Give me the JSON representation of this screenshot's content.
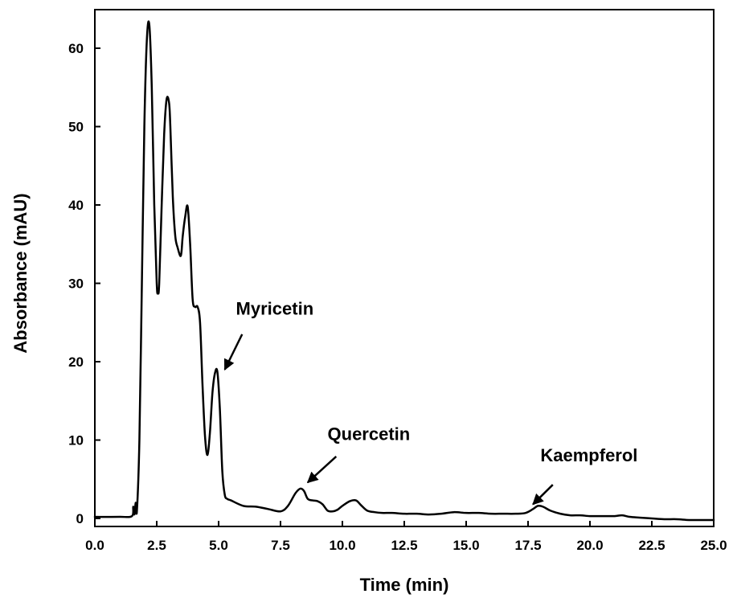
{
  "chart_data": {
    "type": "line",
    "title": "",
    "xlabel": "Time (min)",
    "ylabel": "Absorbance (mAU)",
    "xlim": [
      0,
      25
    ],
    "ylim": [
      -1,
      64
    ],
    "xticks": [
      0,
      2.5,
      5,
      7.5,
      10,
      12.5,
      15,
      17.5,
      20,
      22.5,
      25
    ],
    "xtick_labels": [
      "0.0",
      "2.5",
      "5.0",
      "7.5",
      "10.0",
      "12.5",
      "15.0",
      "17.5",
      "20.0",
      "22.5",
      "25.0"
    ],
    "yticks": [
      0,
      10,
      20,
      30,
      40,
      50,
      60
    ],
    "ytick_labels": [
      "0",
      "10",
      "20",
      "30",
      "40",
      "50",
      "60"
    ],
    "grid": false,
    "legend": "none",
    "line_color": "#000000",
    "series": [
      {
        "x": [
          0.0,
          1.0,
          1.5,
          1.55,
          1.6,
          1.65,
          1.7,
          1.8,
          1.9,
          2.0,
          2.1,
          2.2,
          2.3,
          2.4,
          2.5,
          2.55,
          2.6,
          2.7,
          2.8,
          2.9,
          3.0,
          3.05,
          3.15,
          3.25,
          3.35,
          3.45,
          3.5,
          3.55,
          3.65,
          3.75,
          3.85,
          3.95,
          4.05,
          4.15,
          4.25,
          4.35,
          4.45,
          4.55,
          4.65,
          4.75,
          4.85,
          4.95,
          5.05,
          5.15,
          5.25,
          5.35,
          5.5,
          6.0,
          6.5,
          7.0,
          7.5,
          7.8,
          8.1,
          8.3,
          8.45,
          8.6,
          8.8,
          9.0,
          9.2,
          9.4,
          9.6,
          9.8,
          10.0,
          10.3,
          10.55,
          10.75,
          11.0,
          11.3,
          11.6,
          12.0,
          12.5,
          13.0,
          13.5,
          14.0,
          14.5,
          15.0,
          15.5,
          16.0,
          16.5,
          17.0,
          17.4,
          17.7,
          17.9,
          18.1,
          18.4,
          18.8,
          19.2,
          19.6,
          20.0,
          20.5,
          21.0,
          21.3,
          21.6,
          22.0,
          22.5,
          23.0,
          23.5,
          24.0,
          24.5,
          25.0
        ],
        "y": [
          0.2,
          0.2,
          0.3,
          1.5,
          0.5,
          2.0,
          1.0,
          10.0,
          30.0,
          50.0,
          61.0,
          63.0,
          55.0,
          40.0,
          30.0,
          28.8,
          30.0,
          40.0,
          49.0,
          53.5,
          53.0,
          50.0,
          41.0,
          36.0,
          34.5,
          33.5,
          34.0,
          36.0,
          38.5,
          39.8,
          35.0,
          28.0,
          27.0,
          27.0,
          25.0,
          17.0,
          10.5,
          8.1,
          11.0,
          16.0,
          18.5,
          18.7,
          14.0,
          6.0,
          3.0,
          2.5,
          2.3,
          1.6,
          1.5,
          1.2,
          0.9,
          1.6,
          3.2,
          3.8,
          3.5,
          2.5,
          2.3,
          2.2,
          1.8,
          1.0,
          0.9,
          1.1,
          1.6,
          2.2,
          2.3,
          1.7,
          1.0,
          0.8,
          0.7,
          0.7,
          0.6,
          0.6,
          0.5,
          0.6,
          0.8,
          0.7,
          0.7,
          0.6,
          0.6,
          0.6,
          0.7,
          1.2,
          1.6,
          1.5,
          1.0,
          0.6,
          0.4,
          0.4,
          0.3,
          0.3,
          0.3,
          0.4,
          0.2,
          0.1,
          0.0,
          -0.1,
          -0.1,
          -0.2,
          -0.2,
          -0.2
        ]
      }
    ],
    "annotations": [
      {
        "text": "Myricetin",
        "tip_x": 5.25,
        "tip_y": 19.0,
        "label_x": 5.7,
        "label_y": 26.0,
        "tail_x": 5.95,
        "tail_y": 23.5
      },
      {
        "text": "Quercetin",
        "tip_x": 8.6,
        "tip_y": 4.6,
        "label_x": 9.4,
        "label_y": 10.0,
        "tail_x": 9.75,
        "tail_y": 7.9
      },
      {
        "text": "Kaempferol",
        "tip_x": 17.7,
        "tip_y": 1.8,
        "label_x": 18.0,
        "label_y": 7.3,
        "tail_x": 18.5,
        "tail_y": 4.3
      }
    ]
  }
}
